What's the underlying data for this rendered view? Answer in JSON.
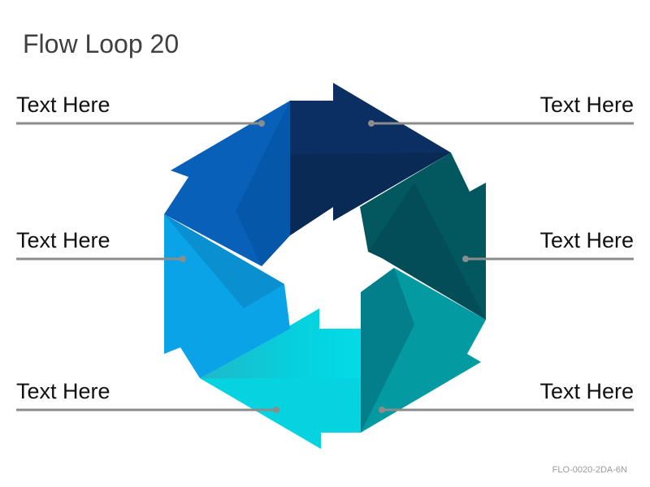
{
  "title": "Flow Loop 20",
  "code": "FLO-0020-2DA-6N",
  "labels": {
    "top_left": "Text Here",
    "mid_left": "Text Here",
    "bottom_left": "Text Here",
    "top_right": "Text Here",
    "mid_right": "Text Here",
    "bottom_right": "Text Here"
  },
  "colors": {
    "segment_top_right": "#0b2f63",
    "segment_right": "#035860",
    "segment_bottom_right": "#049aa2",
    "segment_bottom": "#06d0de",
    "segment_left": "#0aa3e8",
    "segment_top_left": "#0860b8",
    "connector": "#8c8c8c"
  }
}
